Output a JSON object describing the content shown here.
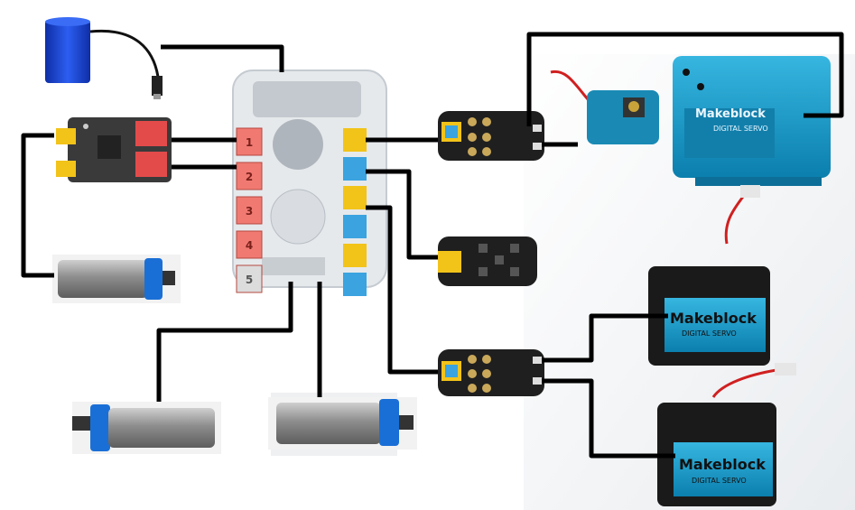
{
  "diagram": {
    "main_board": {
      "ports": [
        "1",
        "2",
        "3",
        "4",
        "5",
        "",
        "",
        "",
        "",
        "",
        ""
      ]
    },
    "servos": [
      {
        "brand": "Makeblock",
        "type": "DIGITAL SERVO"
      },
      {
        "brand": "Makeblock",
        "type": "DIGITAL SERVO"
      },
      {
        "brand": "Makeblock",
        "type": "DIGITAL SERVO"
      }
    ]
  }
}
